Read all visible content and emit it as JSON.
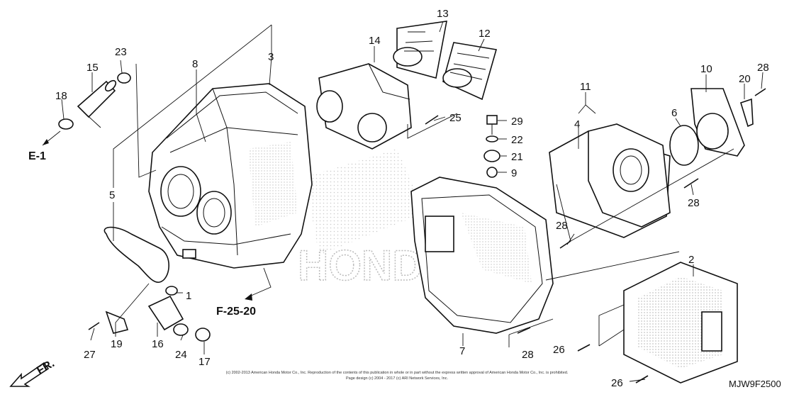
{
  "callouts": [
    {
      "id": "c1",
      "label": "1"
    },
    {
      "id": "c2",
      "label": "2"
    },
    {
      "id": "c3",
      "label": "3"
    },
    {
      "id": "c4",
      "label": "4"
    },
    {
      "id": "c5",
      "label": "5"
    },
    {
      "id": "c6",
      "label": "6"
    },
    {
      "id": "c7",
      "label": "7"
    },
    {
      "id": "c8",
      "label": "8"
    },
    {
      "id": "c9",
      "label": "9"
    },
    {
      "id": "c10",
      "label": "10"
    },
    {
      "id": "c11",
      "label": "11"
    },
    {
      "id": "c12",
      "label": "12"
    },
    {
      "id": "c13",
      "label": "13"
    },
    {
      "id": "c14",
      "label": "14"
    },
    {
      "id": "c15",
      "label": "15"
    },
    {
      "id": "c16",
      "label": "16"
    },
    {
      "id": "c17",
      "label": "17"
    },
    {
      "id": "c18",
      "label": "18"
    },
    {
      "id": "c19",
      "label": "19"
    },
    {
      "id": "c20",
      "label": "20"
    },
    {
      "id": "c21",
      "label": "21"
    },
    {
      "id": "c22",
      "label": "22"
    },
    {
      "id": "c23",
      "label": "23"
    },
    {
      "id": "c24",
      "label": "24"
    },
    {
      "id": "c25",
      "label": "25"
    },
    {
      "id": "c26a",
      "label": "26"
    },
    {
      "id": "c26b",
      "label": "26"
    },
    {
      "id": "c27",
      "label": "27"
    },
    {
      "id": "c28a",
      "label": "28"
    },
    {
      "id": "c28b",
      "label": "28"
    },
    {
      "id": "c28c",
      "label": "28"
    },
    {
      "id": "c28d",
      "label": "28"
    },
    {
      "id": "c29",
      "label": "29"
    }
  ],
  "references": {
    "e1": "E-1",
    "f2520": "F-25-20",
    "front": "FR."
  },
  "watermark": "HONDA",
  "copyright_line1": "(c) 2002-2013 American Honda Motor Co., Inc. Reproduction of the contents of this publication in whole or in part without the express written approval of American Honda Motor Co., Inc. is prohibited.",
  "copyright_line2": "Page design (c) 2004 - 2017 (c) ARI Network Services, Inc.",
  "diagram_code": "MJW9F2500"
}
